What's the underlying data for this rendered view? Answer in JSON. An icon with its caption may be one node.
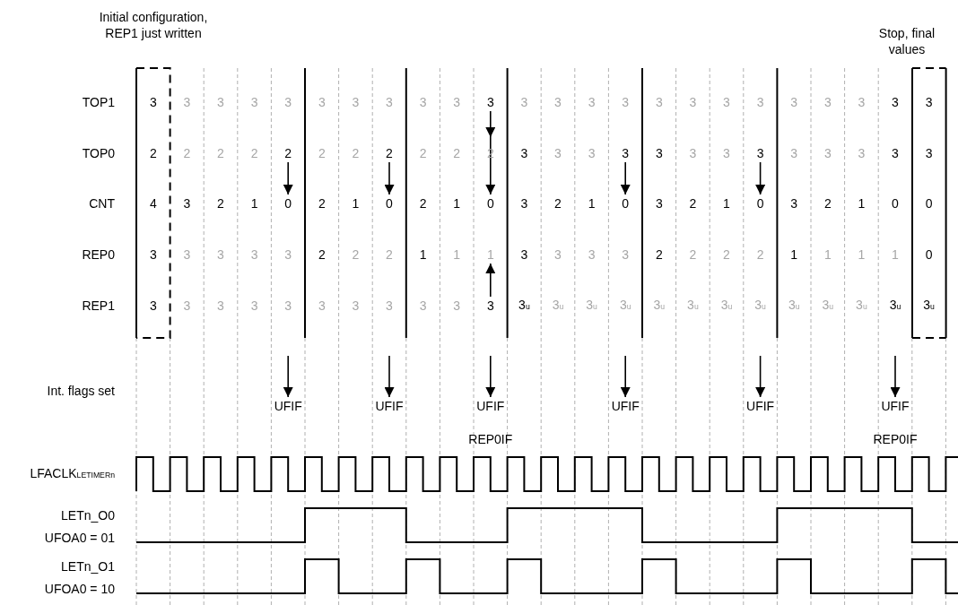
{
  "diagram": {
    "nodes": [
      {
        "text": [
          "Initial configuration, REP1 just written",
          "3",
          "2",
          "4",
          "3",
          "3"
        ]
      },
      {
        "text": [
          "Stop, final values",
          "3",
          "3",
          "0",
          "0",
          "3$_{u}$"
        ]
      },
      {
        "text": [
          "3"
        ]
      },
      {
        "text": [
          "2"
        ]
      },
      {
        "text": [
          "2"
        ]
      },
      {
        "text": [
          "3"
        ]
      },
      {
        "text": [
          "3"
        ]
      },
      {
        "text": [
          "0"
        ]
      },
      {
        "text": [
          "0"
        ]
      },
      {
        "text": [
          "0"
        ]
      },
      {
        "text": [
          "0"
        ]
      },
      {
        "text": [
          "0"
        ]
      },
      {
        "text": [
          "1"
        ]
      },
      {
        "text": [
          "3"
        ]
      },
      {
        "text": [
          "UFIF"
        ]
      },
      {
        "text": [
          "UFIF"
        ]
      },
      {
        "text": [
          "UFIF"
        ]
      },
      {
        "text": [
          "UFIF"
        ]
      },
      {
        "text": [
          "UFIF"
        ]
      },
      {
        "text": [
          "UFIF"
        ]
      }
    ],
    "edges": [
      {
        "from": 3,
        "to": 7,
        "arrow": "to"
      },
      {
        "from": 4,
        "to": 8,
        "arrow": "to"
      },
      {
        "from": 2,
        "to": 9,
        "arrow": "to"
      },
      {
        "from": 5,
        "to": 10,
        "arrow": "to"
      },
      {
        "from": 6,
        "to": 11,
        "arrow": "to"
      },
      {
        "from": 13,
        "to": 12,
        "arrow": "to"
      },
      {
        "from": null,
        "to": 14,
        "arrow": "to"
      },
      {
        "from": null,
        "to": 15,
        "arrow": "to"
      },
      {
        "from": null,
        "to": 16,
        "arrow": "to"
      },
      {
        "from": null,
        "to": 17,
        "arrow": "to"
      },
      {
        "from": null,
        "to": 18,
        "arrow": "to"
      },
      {
        "from": null,
        "to": 19,
        "arrow": "to"
      }
    ],
    "labels": [
      "TOP1",
      "3",
      "3",
      "3",
      "3",
      "3",
      "3",
      "3",
      "3",
      "3",
      "3",
      "3",
      "3",
      "3",
      "3",
      "3",
      "3",
      "3",
      "3",
      "3",
      "3",
      "3",
      "TOP0",
      "2",
      "2",
      "2",
      "2",
      "2",
      "2",
      "2",
      "2",
      "3",
      "3",
      "3",
      "3",
      "3",
      "3",
      "3",
      "3",
      "3",
      "3",
      "CNT",
      "3",
      "2",
      "1",
      "2",
      "1",
      "2",
      "1",
      "3",
      "2",
      "1",
      "3",
      "2",
      "1",
      "3",
      "2",
      "1",
      "0",
      "REP0",
      "3",
      "3",
      "3",
      "3",
      "2",
      "2",
      "2",
      "1",
      "1",
      "3",
      "3",
      "3",
      "3",
      "2",
      "2",
      "2",
      "2",
      "1",
      "1",
      "1",
      "1",
      "REP1",
      "3",
      "3",
      "3",
      "3",
      "3",
      "3",
      "3",
      "3",
      "3",
      "3$_{u}$",
      "3$_{u}$",
      "3$_{u}$",
      "3$_{u}$",
      "3$_{u}$",
      "3$_{u}$",
      "3$_{u}$",
      "3$_{u}$",
      "3$_{u}$",
      "3$_{u}$",
      "3$_{u}$",
      "3$_{u}$",
      "Int. flags set",
      "REP0IF",
      "REP0IF",
      "LFACLK$_{LETIMERn}$",
      "LETn_O0",
      "UFOA0 = 01",
      "LETn_O1",
      "UFOA0 = 10"
    ]
  }
}
